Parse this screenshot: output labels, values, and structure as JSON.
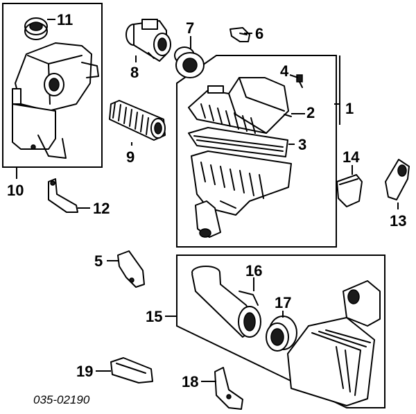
{
  "diagram_code": "035-02190",
  "callouts": {
    "c1": "1",
    "c2": "2",
    "c3": "3",
    "c4": "4",
    "c5": "5",
    "c6": "6",
    "c7": "7",
    "c8": "8",
    "c9": "9",
    "c10": "10",
    "c11": "11",
    "c12": "12",
    "c13": "13",
    "c14": "14",
    "c15": "15",
    "c16": "16",
    "c17": "17",
    "c18": "18",
    "c19": "19"
  }
}
